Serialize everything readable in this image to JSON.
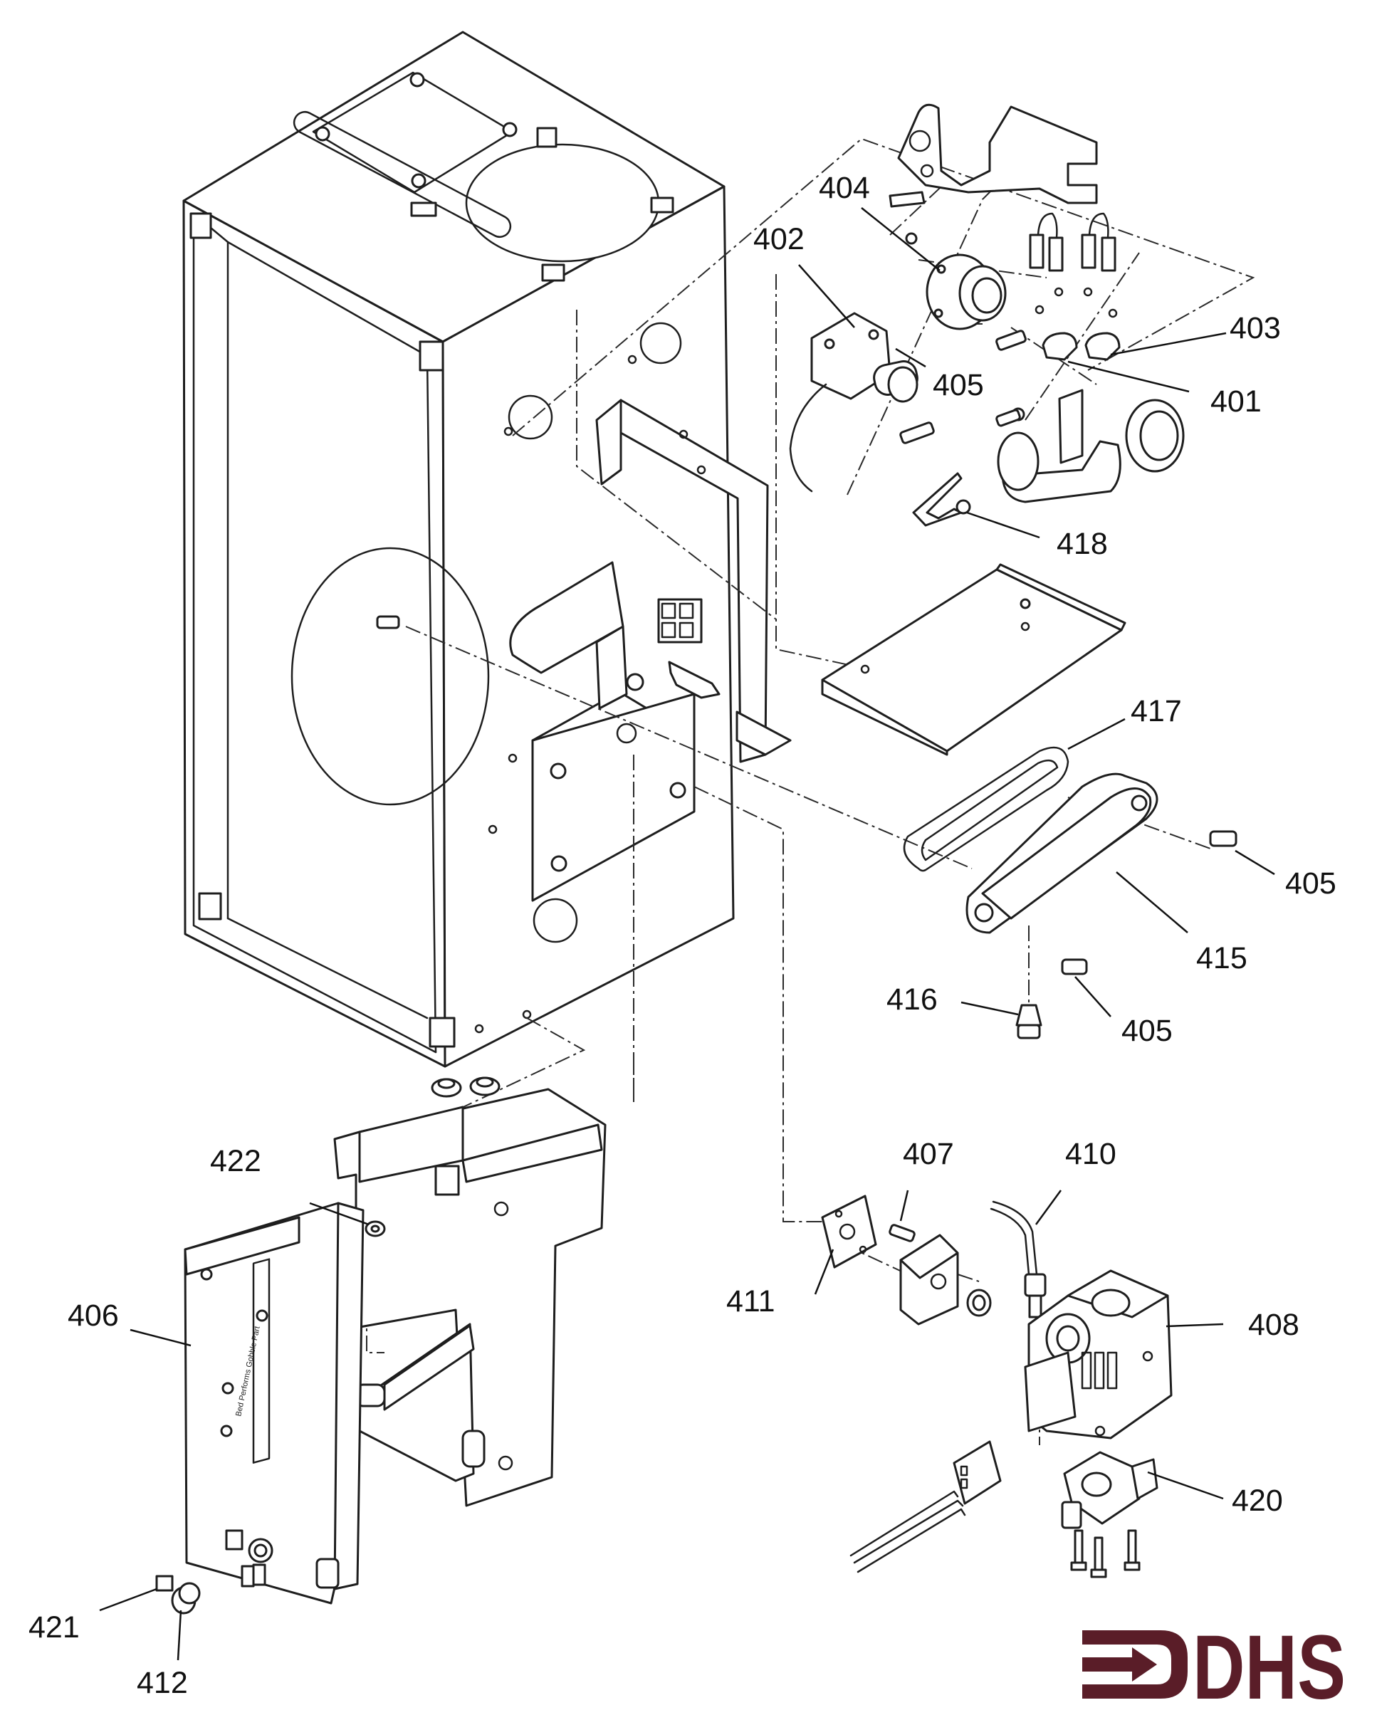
{
  "colors": {
    "line": "#1e1e1e",
    "background": "#ffffff",
    "logo": "#5a1d28"
  },
  "callouts": [
    {
      "id": "c401",
      "label": "401"
    },
    {
      "id": "c402",
      "label": "402"
    },
    {
      "id": "c403",
      "label": "403"
    },
    {
      "id": "c404",
      "label": "404"
    },
    {
      "id": "c405a",
      "label": "405"
    },
    {
      "id": "c405b",
      "label": "405"
    },
    {
      "id": "c405c",
      "label": "405"
    },
    {
      "id": "c406",
      "label": "406"
    },
    {
      "id": "c407",
      "label": "407"
    },
    {
      "id": "c408",
      "label": "408"
    },
    {
      "id": "c410",
      "label": "410"
    },
    {
      "id": "c411",
      "label": "411"
    },
    {
      "id": "c412",
      "label": "412"
    },
    {
      "id": "c415",
      "label": "415"
    },
    {
      "id": "c416",
      "label": "416"
    },
    {
      "id": "c417",
      "label": "417"
    },
    {
      "id": "c418",
      "label": "418"
    },
    {
      "id": "c420",
      "label": "420"
    },
    {
      "id": "c421",
      "label": "421"
    },
    {
      "id": "c422",
      "label": "422"
    }
  ],
  "logo": {
    "text": "DHS",
    "icon": "arrow-into-bracket-icon"
  }
}
